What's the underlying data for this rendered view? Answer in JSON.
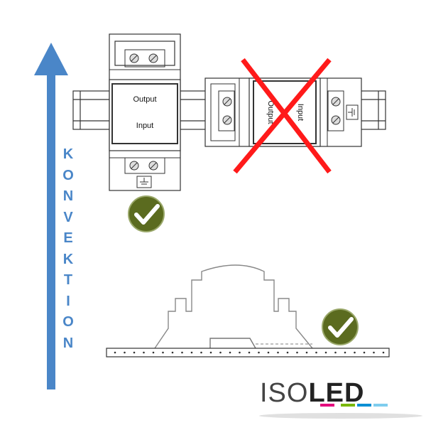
{
  "convection_word": "KONVEKTION",
  "vertical_module": {
    "label_top": "Output",
    "label_bottom": "Input"
  },
  "horizontal_module": {
    "label_left": "Output",
    "label_right": "Input"
  },
  "logo": {
    "part_light": "ISO",
    "part_bold": "LED"
  },
  "colors": {
    "arrow": "#4a86c8",
    "cross": "#ff1a1a",
    "check_fill": "#5b6b1f",
    "logo_bar": [
      "#e4007d",
      "#7ab800",
      "#0a8fd4",
      "#7fcdee"
    ]
  },
  "icons": [
    "check-icon",
    "cross-icon",
    "ground-icon",
    "screw-icon",
    "arrow-up-icon"
  ]
}
